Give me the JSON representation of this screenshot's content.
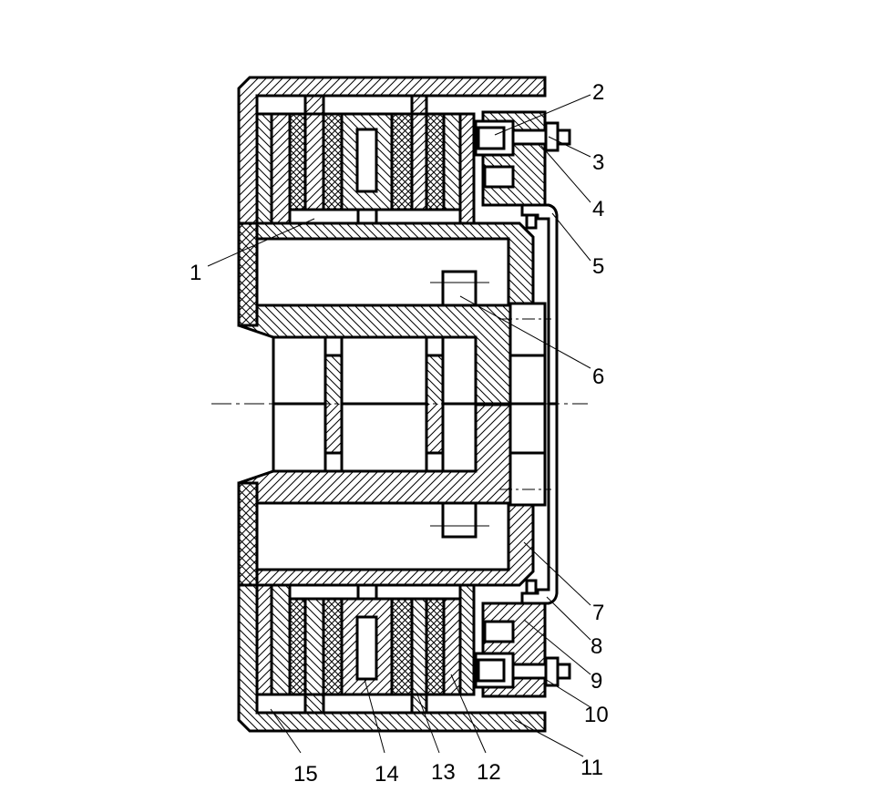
{
  "figure": {
    "labels": [
      "1",
      "2",
      "3",
      "4",
      "5",
      "6",
      "7",
      "8",
      "9",
      "10",
      "11",
      "12",
      "13",
      "14",
      "15"
    ],
    "line_color": "#000000",
    "background": "#ffffff"
  }
}
